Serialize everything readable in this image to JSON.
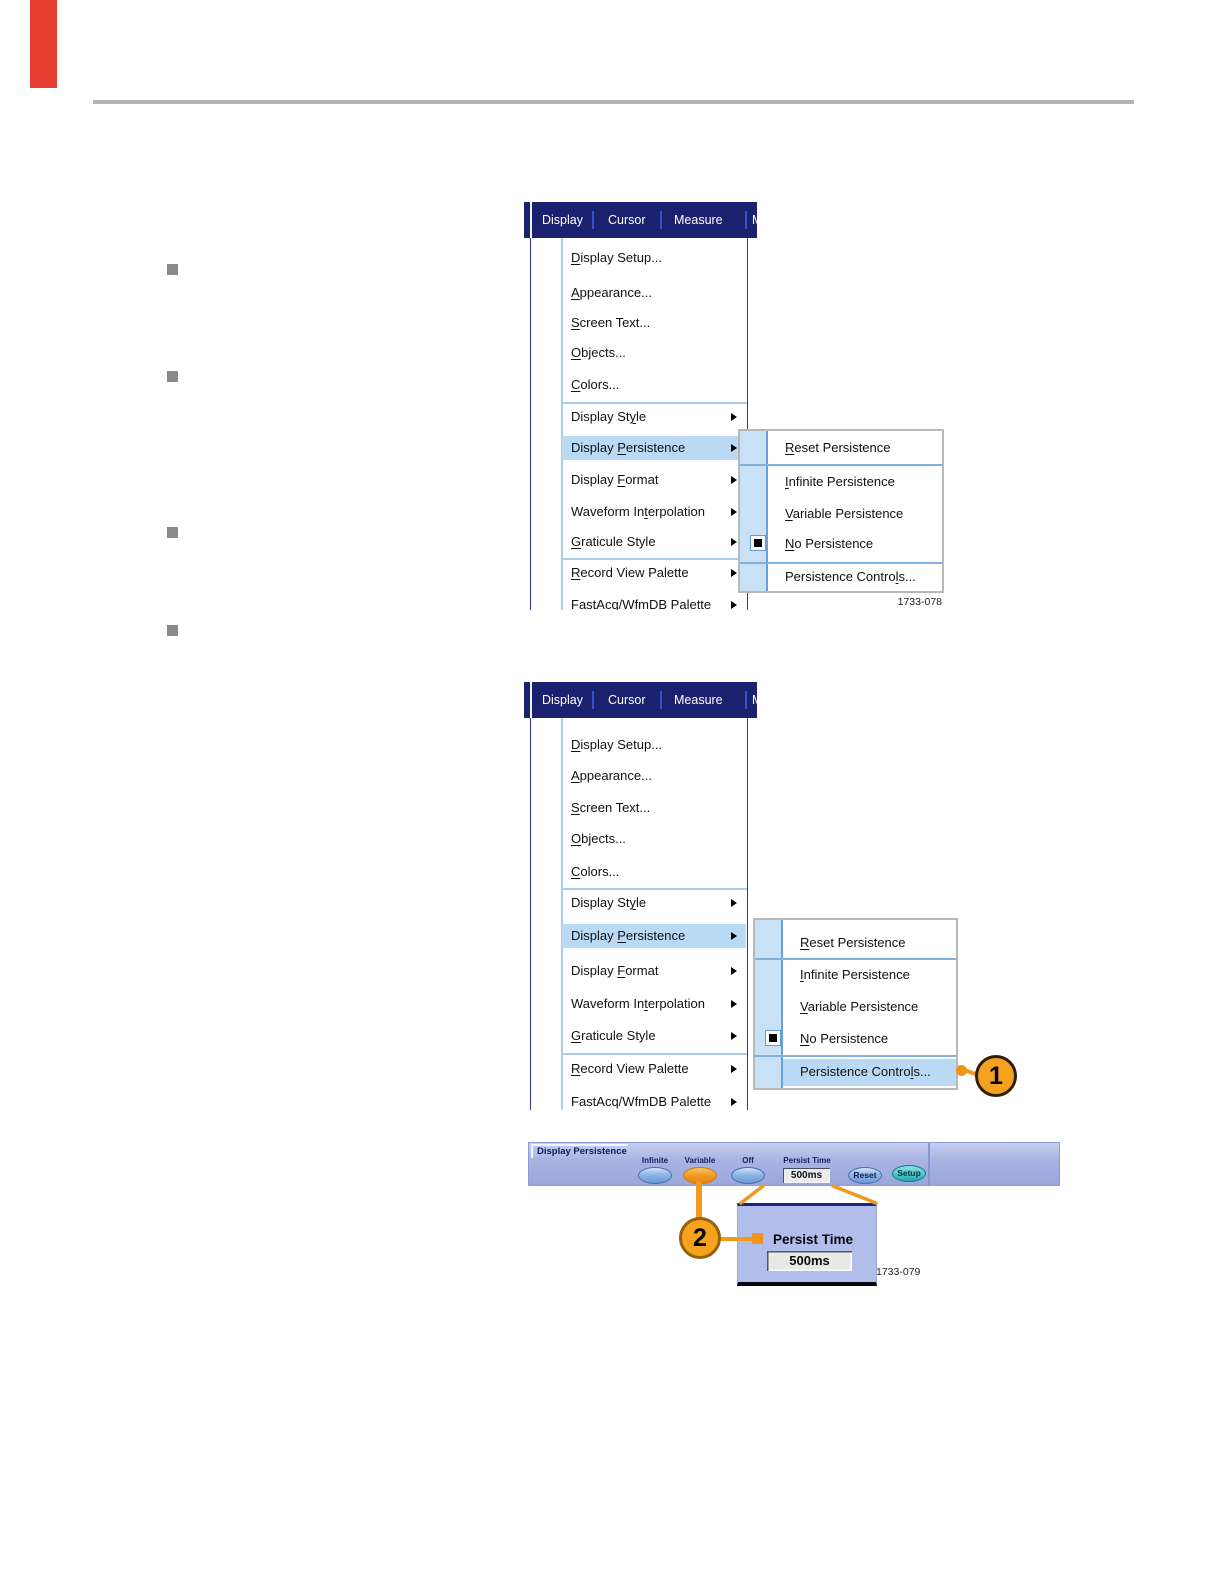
{
  "figure_labels": {
    "fig1": "1733-078",
    "fig2": "1733-079"
  },
  "menubar": {
    "items": [
      "Display",
      "Cursor",
      "Measure"
    ],
    "fragment": "M"
  },
  "display_menu": {
    "items": [
      {
        "label": "Display Setup...",
        "u": 0
      },
      {
        "label": "Appearance...",
        "u": 0
      },
      {
        "label": "Screen Text...",
        "u": 0
      },
      {
        "label": "Objects...",
        "u": 0
      },
      {
        "label": "Colors...",
        "u": 0
      },
      {
        "label": "Display Style",
        "u": 10
      },
      {
        "label": "Display Persistence",
        "u": 8
      },
      {
        "label": "Display Format",
        "u": 8
      },
      {
        "label": "Waveform Interpolation",
        "u": 11
      },
      {
        "label": "Graticule Style",
        "u": 0
      },
      {
        "label": "Record View Palette",
        "u": 0
      },
      {
        "label": "FastAcq/WfmDB Palette",
        "u": -1
      }
    ]
  },
  "persistence_submenu": {
    "items": [
      {
        "label": "Reset Persistence",
        "u": 0
      },
      {
        "label": "Infinite Persistence",
        "u": 0
      },
      {
        "label": "Variable Persistence",
        "u": 0
      },
      {
        "label": "No Persistence",
        "u": 0,
        "checked": true
      },
      {
        "label": "Persistence Controls...",
        "u": 18
      }
    ]
  },
  "callouts": {
    "step1": "1",
    "step2": "2"
  },
  "control_bar": {
    "title": "Display Persistence",
    "infinite_label": "Infinite",
    "variable_label": "Variable",
    "off_label": "Off",
    "persist_time_label": "Persist Time",
    "persist_time_value": "500ms",
    "reset_label": "Reset",
    "setup_label": "Setup"
  },
  "inset": {
    "persist_time_label": "Persist Time",
    "persist_time_value": "500ms"
  },
  "colors": {
    "menubar_bg": "#1b216e",
    "menu_highlight": "#bad9f4",
    "callout_orange": "#f5a21f",
    "bar_bg": "#aab4e2",
    "red_mark": "#e74033"
  }
}
